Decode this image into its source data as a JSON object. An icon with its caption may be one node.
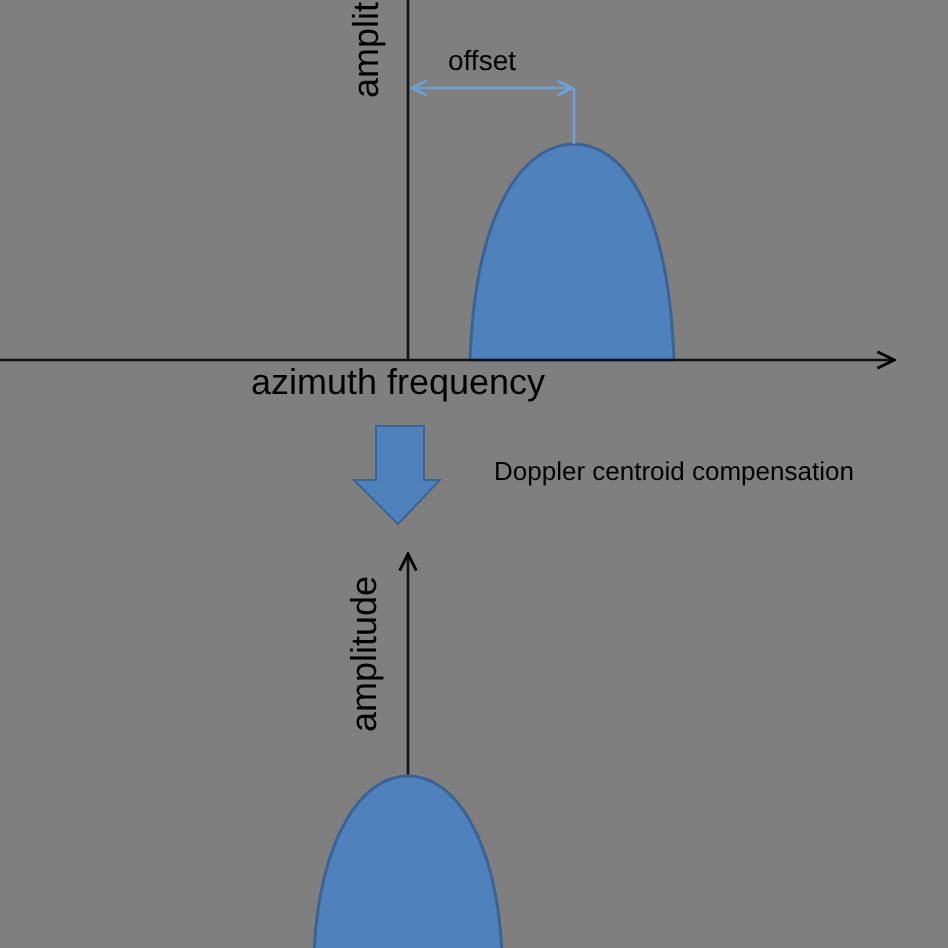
{
  "diagram": {
    "labels": [
      "amplit",
      "offset",
      "azimuth frequency",
      "Doppler centroid compensation",
      "amplitude"
    ]
  }
}
